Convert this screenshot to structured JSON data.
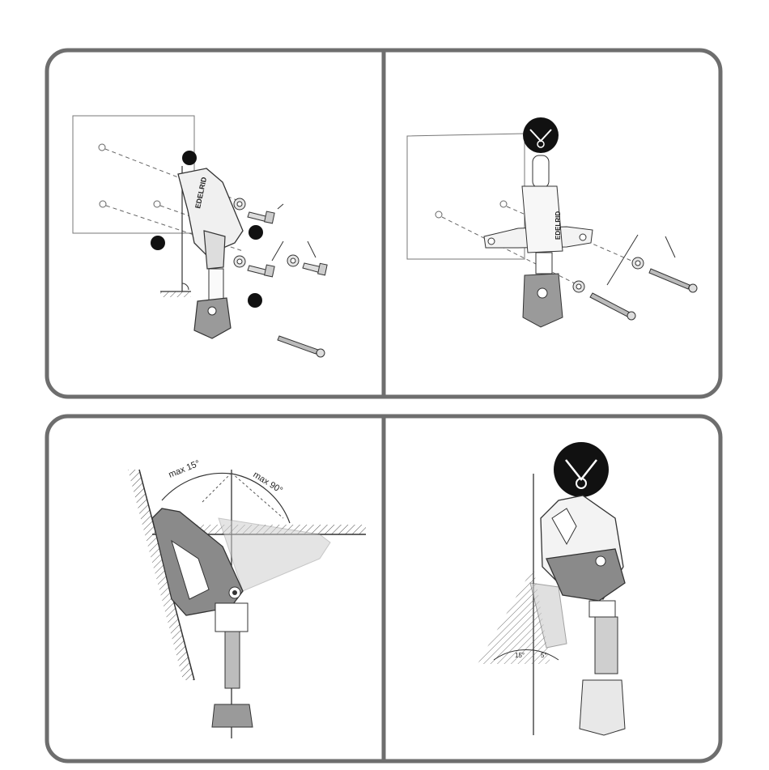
{
  "panels": [
    {
      "id": "mount-wall-bolts",
      "labels": {
        "brand": "EDELRID"
      }
    },
    {
      "id": "mount-wall-screws",
      "labels": {
        "brand": "EDELRID"
      }
    },
    {
      "id": "tilt-angles",
      "labels": {
        "angle_a": "max 15°",
        "angle_b": "max 90°"
      }
    },
    {
      "id": "hang-angles",
      "labels": {
        "angle_a": "15°",
        "angle_b": "5°"
      }
    }
  ],
  "colors": {
    "frame": "#6e6e6e",
    "device_fill": "#8a8a8a",
    "line": "#2a2a2a",
    "badge": "#111111"
  },
  "icons": [
    "numbered-dot-icon",
    "chain-anchor-icon",
    "bolt-icon",
    "washer-icon",
    "screw-icon",
    "hatched-ground-icon"
  ]
}
